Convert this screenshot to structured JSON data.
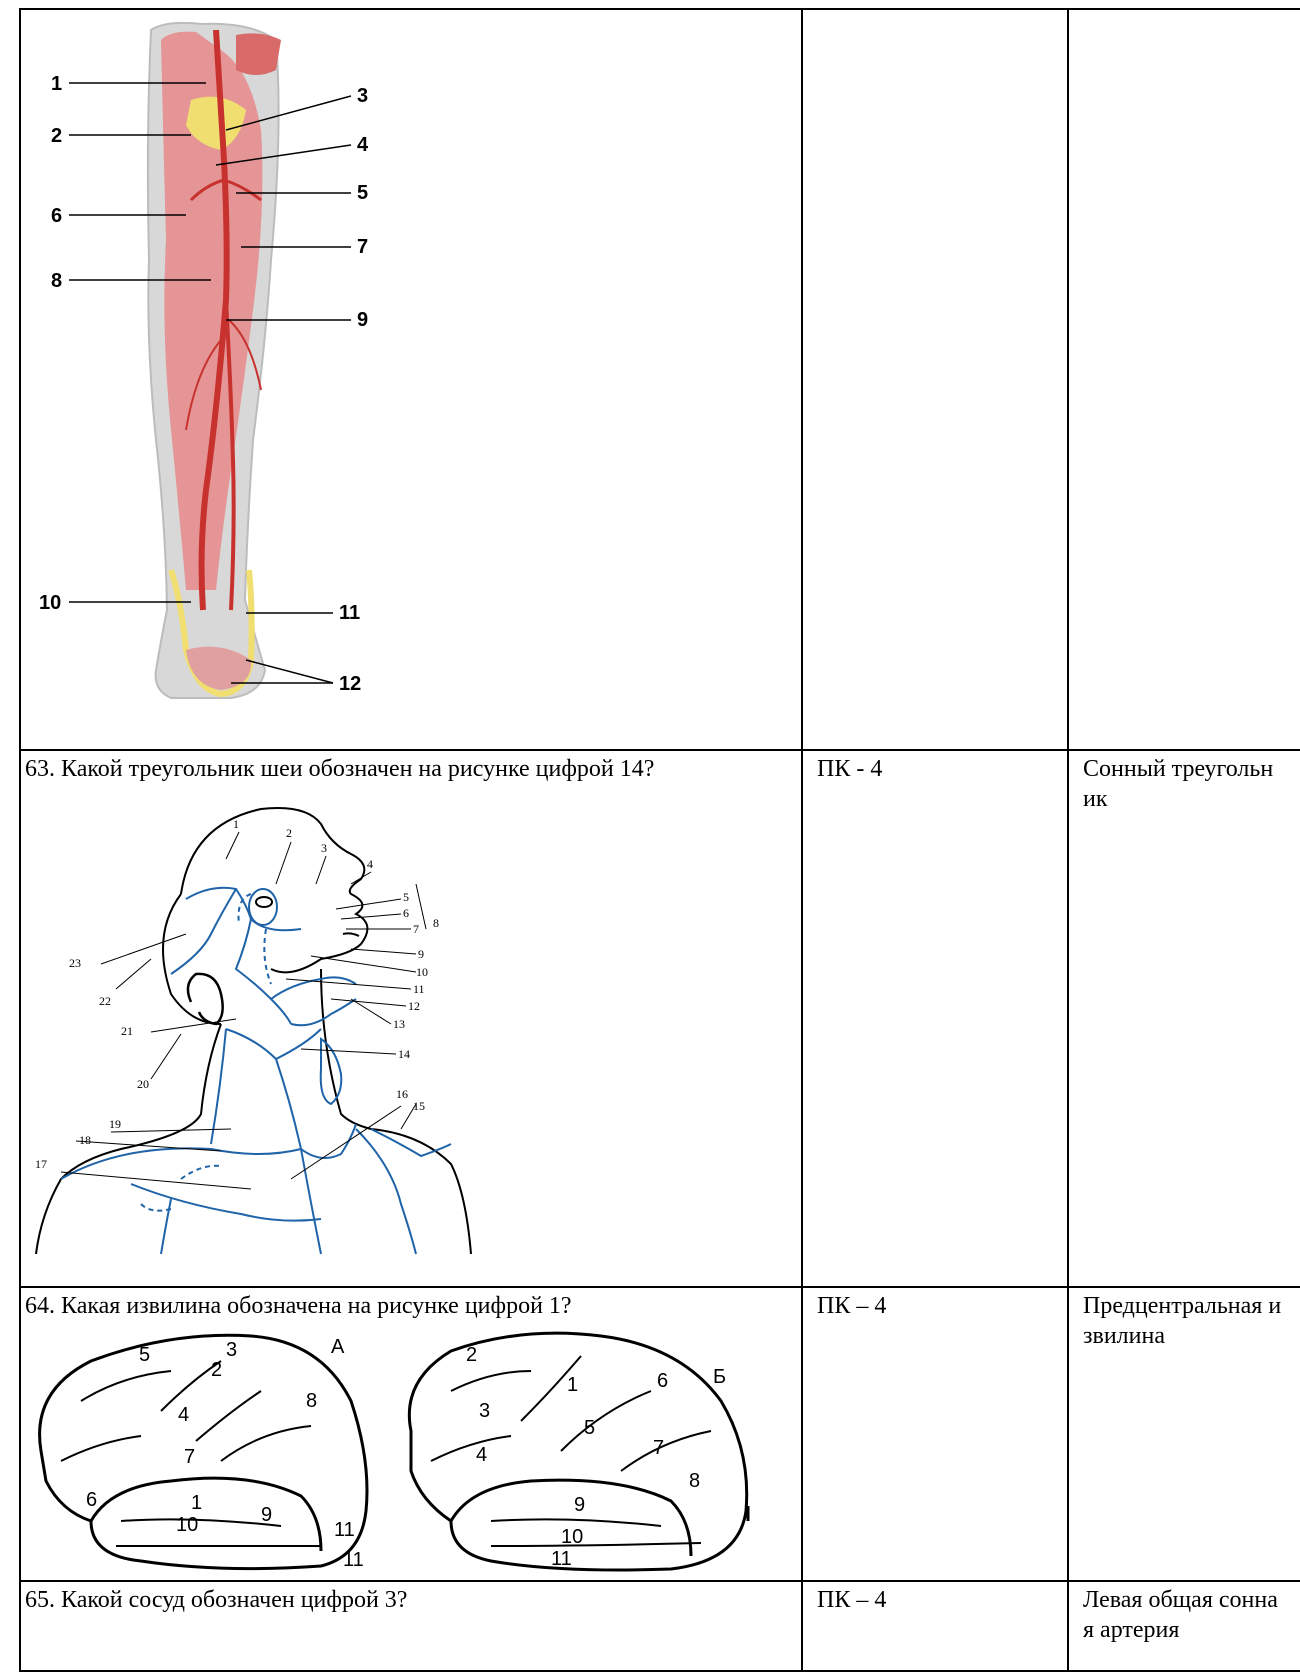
{
  "rows": [
    {
      "question": "",
      "competency": "",
      "answer": "",
      "figure_labels": [
        "1",
        "2",
        "3",
        "4",
        "5",
        "6",
        "7",
        "8",
        "9",
        "10",
        "11",
        "12"
      ]
    },
    {
      "question": "63. Какой треугольник шеи обозначен на рисунке цифрой 14?",
      "competency": "ПК - 4",
      "answer": "Сонный треугольник",
      "figure_labels": [
        "1",
        "2",
        "3",
        "4",
        "5",
        "6",
        "7",
        "8",
        "9",
        "10",
        "11",
        "12",
        "13",
        "14",
        "15",
        "16",
        "17",
        "18",
        "19",
        "20",
        "21",
        "22",
        "23"
      ]
    },
    {
      "question": "64. Какая извилина обозначена на рисунке цифрой 1?",
      "competency": "ПК – 4",
      "answer": "Предцентральная извилина",
      "figure_labels_a": [
        "5",
        "3",
        "2",
        "4",
        "8",
        "7",
        "6",
        "1",
        "9",
        "10",
        "11",
        "11"
      ],
      "figure_labels_b": [
        "2",
        "3",
        "1",
        "6",
        "5",
        "7",
        "4",
        "8",
        "9",
        "10",
        "11"
      ],
      "figure_letter_a": "А",
      "figure_letter_b": "Б"
    },
    {
      "question": "65. Какой сосуд обозначен цифрой 3?",
      "competency": "ПК – 4",
      "answer": "Левая общая сонная артерия"
    }
  ],
  "colors": {
    "artery": "#c8322e",
    "muscle": "#e88a8a",
    "fat": "#f0de70",
    "skin": "#d8d8d8",
    "neck_lines": "#1f63a8"
  }
}
